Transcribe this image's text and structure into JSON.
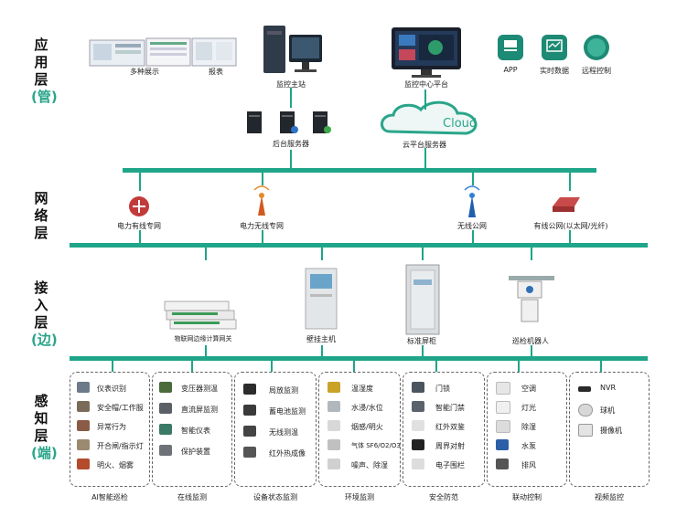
{
  "layers": {
    "application": {
      "main": "应用层",
      "suffix": "(管)"
    },
    "network": {
      "main": "网络层",
      "suffix": ""
    },
    "access": {
      "main": "接入层",
      "suffix": "(边)"
    },
    "perception": {
      "main": "感知层",
      "suffix": "(端)"
    }
  },
  "application": {
    "multi_display": "多种展示",
    "report": "报表",
    "monitor_host": "监控主站",
    "monitor_center": "监控中心平台",
    "app": "APP",
    "realtime": "实时数据",
    "remote": "远程控制",
    "backend_server": "后台服务器",
    "cloud_word": "Cloud",
    "cloud_server": "云平台服务器"
  },
  "network": {
    "power_wired": "电力有线专网",
    "power_wireless": "电力无线专网",
    "wireless_public": "无线公网",
    "wired_public": "有线公网(以太网/光纤)"
  },
  "access": {
    "iot_gateway": "物联网边缘计算网关",
    "wall_host": "壁挂主机",
    "cabinet": "标准屏柜",
    "robot": "巡检机器人"
  },
  "perception": {
    "groups": [
      {
        "title": "AI智能巡检",
        "items": [
          "仪表识别",
          "安全帽/工作服",
          "异常行为",
          "开合闸/指示灯",
          "明火、烟雾"
        ]
      },
      {
        "title": "在线监测",
        "items": [
          "变压器测温",
          "直流屏监测",
          "智能仪表",
          "保护装置"
        ]
      },
      {
        "title": "设备状态监测",
        "items": [
          "局放监测",
          "蓄电池监测",
          "无线测温",
          "红外热成像"
        ]
      },
      {
        "title": "环境监测",
        "items": [
          "温湿度",
          "水浸/水位",
          "烟感/明火",
          "气体 SF6/O2/O3",
          "噪声、除湿"
        ]
      },
      {
        "title": "安全防范",
        "items": [
          "门锁",
          "智能门禁",
          "红外双鉴",
          "周界对射",
          "电子围栏"
        ]
      },
      {
        "title": "联动控制",
        "items": [
          "空调",
          "灯光",
          "除湿",
          "水泵",
          "排风"
        ]
      },
      {
        "title": "视频监控",
        "items": [
          "NVR",
          "球机",
          "摄像机"
        ]
      }
    ]
  },
  "colors": {
    "bus": "#1fa589",
    "accent": "#2aa58a"
  }
}
